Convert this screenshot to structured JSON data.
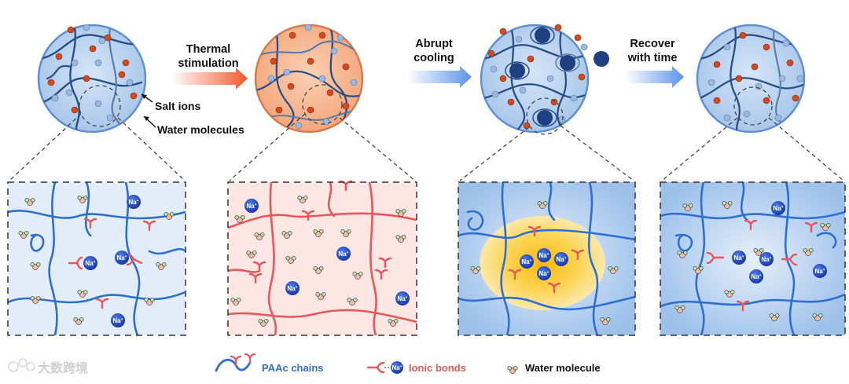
{
  "stage_labels": {
    "thermal_line1": "Thermal",
    "thermal_line2": "stimulation",
    "abrupt_line1": "Abrupt",
    "abrupt_line2": "cooling",
    "recover_line1": "Recover",
    "recover_line2": "with time"
  },
  "annotations": {
    "salt_ions": "Salt ions",
    "water_molecules": "Water molecules"
  },
  "ion_symbol": "Na",
  "ion_superscript": "+",
  "legend": {
    "paac": "PAAc chains",
    "ionic": "Ionic bonds",
    "water": "Water molecule"
  },
  "watermark": "大数跨境",
  "colors": {
    "chain": "#2f6fd0",
    "dark_chain": "#2a4e86",
    "red_chain": "#e8575a",
    "salt_ion": "#d9481c",
    "water_dot": "#9ab8e0",
    "sodium": "#1f4fc8",
    "circle_blue": "#b9d3ef",
    "circle_orange": "#f6b08a",
    "arrow_orange": "#ee5a2c",
    "arrow_blue": "#5b93e8",
    "ionic_label": "#e8575a",
    "paac_label": "#2f6fd0"
  }
}
